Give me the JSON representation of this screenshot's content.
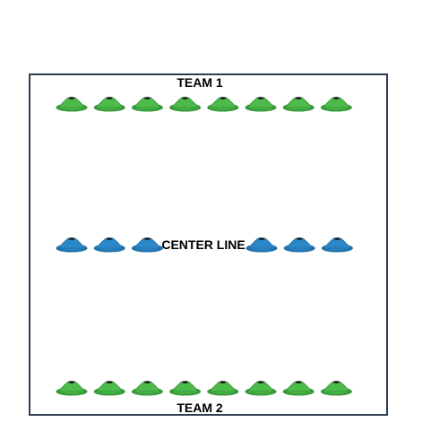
{
  "labels": {
    "top": "TEAM 1",
    "middle": "CENTER LINE",
    "bottom": "TEAM 2"
  },
  "cones": {
    "top_row": {
      "count": 8,
      "color": "#4cbb4a",
      "edge_color": "#2f8f34",
      "tip_color": "#1a1a1a"
    },
    "middle_row": {
      "count_left": 3,
      "count_right": 3,
      "color": "#2a88c9",
      "edge_color": "#1e6aa0",
      "tip_color": "#1a1a1a"
    },
    "bottom_row": {
      "count": 8,
      "color": "#4cbb4a",
      "edge_color": "#2f8f34",
      "tip_color": "#1a1a1a"
    }
  },
  "field": {
    "border_color": "#2f3e4e",
    "background": "#ffffff"
  }
}
